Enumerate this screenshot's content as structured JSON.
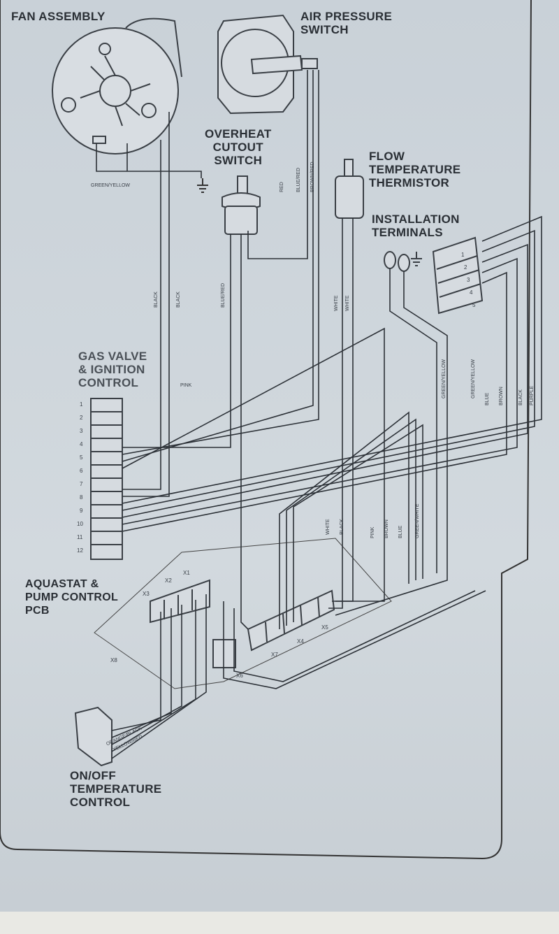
{
  "components": {
    "fan_assembly": "FAN ASSEMBLY",
    "air_pressure_switch": "AIR PRESSURE\nSWITCH",
    "overheat_cutout": "OVERHEAT\nCUTOUT\nSWITCH",
    "flow_thermistor": "FLOW\nTEMPERATURE\nTHERMISTOR",
    "installation_terminals": "INSTALLATION\nTERMINALS",
    "gas_valve": "GAS VALVE\n& IGNITION\nCONTROL",
    "aquastat": "AQUASTAT &\nPUMP CONTROL\nPCB",
    "onoff_control": "ON/OFF\nTEMPERATURE\nCONTROL"
  },
  "wire_labels": {
    "green_yellow": "GREEN/YELLOW",
    "black": "BLACK",
    "blue_red": "BLUE/RED",
    "red": "RED",
    "brown_red": "BROWN/RED",
    "white": "WHITE",
    "pink": "PINK",
    "brown": "BROWN",
    "blue": "BLUE",
    "purple": "PURPLE",
    "green_white": "GREEN/WHITE",
    "orange_black": "ORANGE/BLACK",
    "yellow_red": "YELLOW/RED"
  },
  "connector_labels": {
    "x1": "X1",
    "x2": "X2",
    "x3": "X3",
    "x4": "X4",
    "x5": "X5",
    "x6": "X6",
    "x7": "X7",
    "x8": "X8"
  },
  "gas_valve_pins": [
    "1",
    "2",
    "3",
    "4",
    "5",
    "6",
    "7",
    "8",
    "9",
    "10",
    "11",
    "12"
  ],
  "terminal_pins": [
    "1",
    "2",
    "3",
    "4",
    "5"
  ]
}
